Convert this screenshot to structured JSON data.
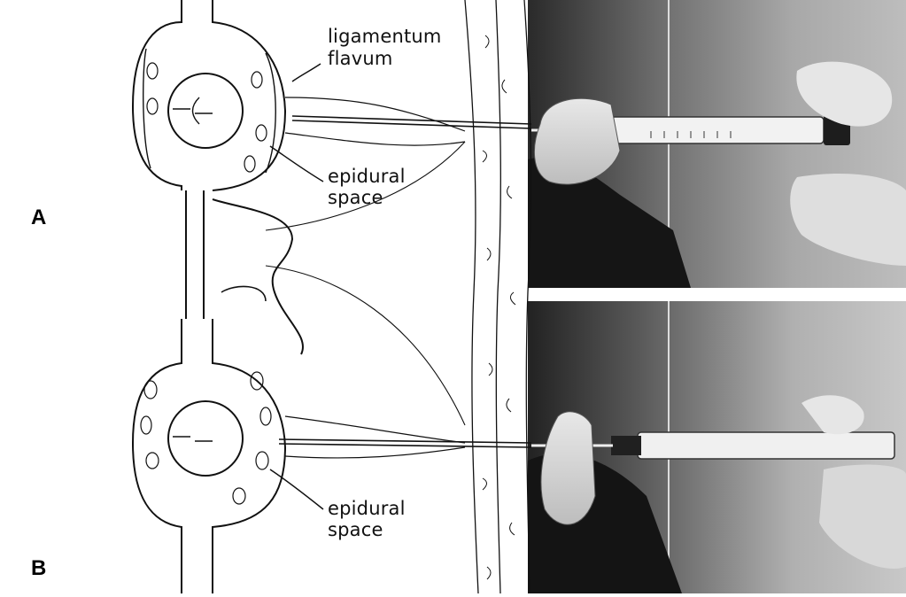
{
  "panels": [
    {
      "letter": "A",
      "labels": {
        "ligamentum": "ligamentum",
        "flavum": "flavum",
        "epidural": "epidural",
        "space": "space"
      }
    },
    {
      "letter": "B",
      "labels": {
        "epidural": "epidural",
        "space": "space"
      }
    }
  ],
  "colors": {
    "line": "#111111",
    "photo_light": "#d8d8d8",
    "photo_dark": "#1a1a1a",
    "background": "#ffffff"
  }
}
